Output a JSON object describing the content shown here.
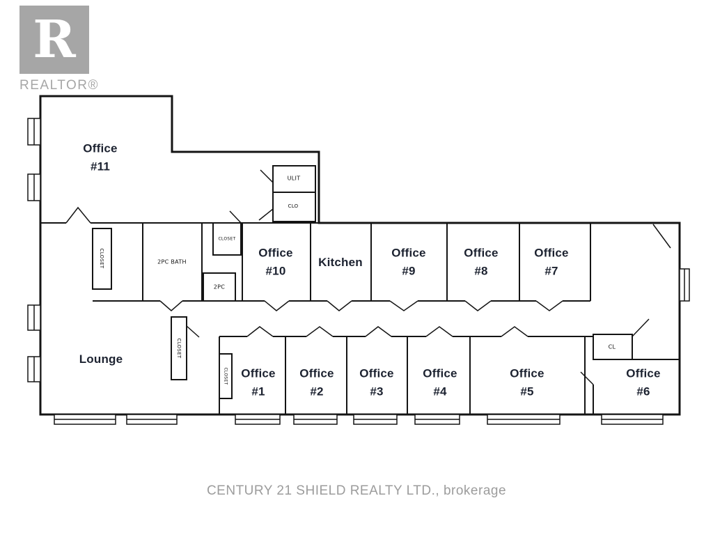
{
  "branding": {
    "logo_letter": "R",
    "logo_caption": "REALTOR®"
  },
  "footer": {
    "text": "CENTURY 21 SHIELD REALTY LTD., brokerage"
  },
  "rooms": {
    "office11": {
      "label": "Office",
      "number": "#11"
    },
    "office10": {
      "label": "Office",
      "number": "#10"
    },
    "office9": {
      "label": "Office",
      "number": "#9"
    },
    "office8": {
      "label": "Office",
      "number": "#8"
    },
    "office7": {
      "label": "Office",
      "number": "#7"
    },
    "office6": {
      "label": "Office",
      "number": "#6"
    },
    "office5": {
      "label": "Office",
      "number": "#5"
    },
    "office4": {
      "label": "Office",
      "number": "#4"
    },
    "office3": {
      "label": "Office",
      "number": "#3"
    },
    "office2": {
      "label": "Office",
      "number": "#2"
    },
    "office1": {
      "label": "Office",
      "number": "#1"
    },
    "kitchen": {
      "label": "Kitchen"
    },
    "lounge": {
      "label": "Lounge"
    },
    "bath_2pc": {
      "label": "2PC BATH"
    },
    "wc_2pc": {
      "label": "2PC"
    },
    "utility": {
      "label": "ULIT"
    },
    "clo": {
      "label": "CLO"
    },
    "cl": {
      "label": "CL"
    },
    "closet_hall": {
      "label": "CLOSET"
    },
    "closet_top": {
      "label": "CLOSET"
    },
    "closet_lounge": {
      "label": "CLOSET"
    },
    "closet_office1": {
      "label": "CLOSET"
    }
  }
}
